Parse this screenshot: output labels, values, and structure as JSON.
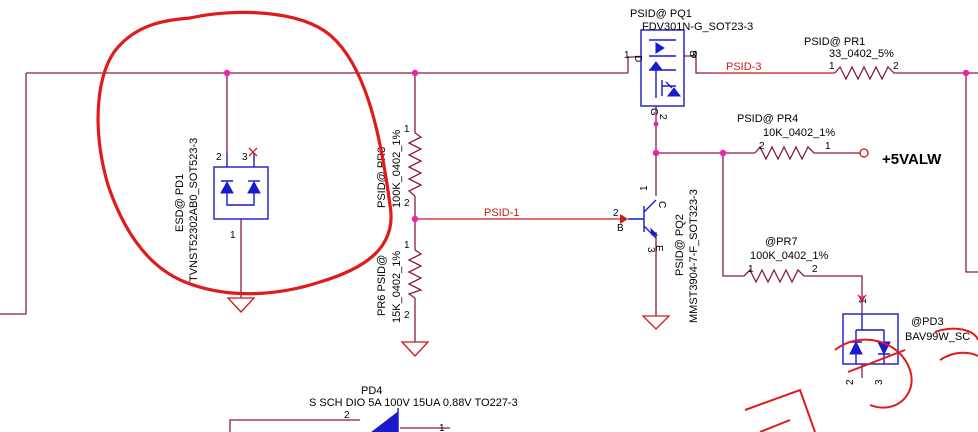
{
  "nets": {
    "psid3": "PSID-3",
    "psid1": "PSID-1",
    "power": "+5VALW"
  },
  "pd1": {
    "name": "ESD@ PD1",
    "part": "TVNST52302AB0_SOT523-3",
    "pin1": "1",
    "pin2": "2",
    "pin3": "3"
  },
  "pr3": {
    "name": "PSID@ PR3",
    "value": "100K_0402_1%",
    "pin1": "1",
    "pin2": "2"
  },
  "pr6": {
    "name": "PR6 PSID@",
    "value": "15K_0402_1%",
    "pin1": "1",
    "pin2": "2"
  },
  "pq1": {
    "name": "PSID@   PQ1",
    "part": "FDV301N-G_SOT23-3",
    "pin_d": "D",
    "pin_s": "S",
    "pin_g": "G",
    "pin1": "1",
    "pin2": "2",
    "pin3": "3"
  },
  "pr1": {
    "name": "PSID@   PR1",
    "value": "33_0402_5%",
    "pin1": "1",
    "pin2": "2"
  },
  "pr4": {
    "name": "PSID@   PR4",
    "value": "10K_0402_1%",
    "pin1": "1",
    "pin2": "2"
  },
  "pq2": {
    "name": "PSID@  PQ2",
    "part": "MMST3904-7-F_SOT323-3",
    "pin_b": "B",
    "pin_c": "C",
    "pin_e": "E",
    "pin1": "1",
    "pin2": "2",
    "pin3": "3"
  },
  "pr7": {
    "name": "@PR7",
    "value": "100K_0402_1%",
    "pin1": "1",
    "pin2": "2"
  },
  "pd3": {
    "name": "@PD3",
    "part": "BAV99W_SC",
    "pin1": "1",
    "pin2": "2",
    "pin3": "3"
  },
  "pd4": {
    "name": "PD4",
    "part": "S SCH DIO 5A 100V 15UA 0.88V TO227-3",
    "pin1": "1",
    "pin2": "2"
  },
  "annotation": {
    "color": "#e01b1b"
  },
  "colors": {
    "wire": "#8b1a4a",
    "net": "#cc1a1a",
    "symbol": "#1a1acc",
    "junction": "#ee22aa"
  }
}
